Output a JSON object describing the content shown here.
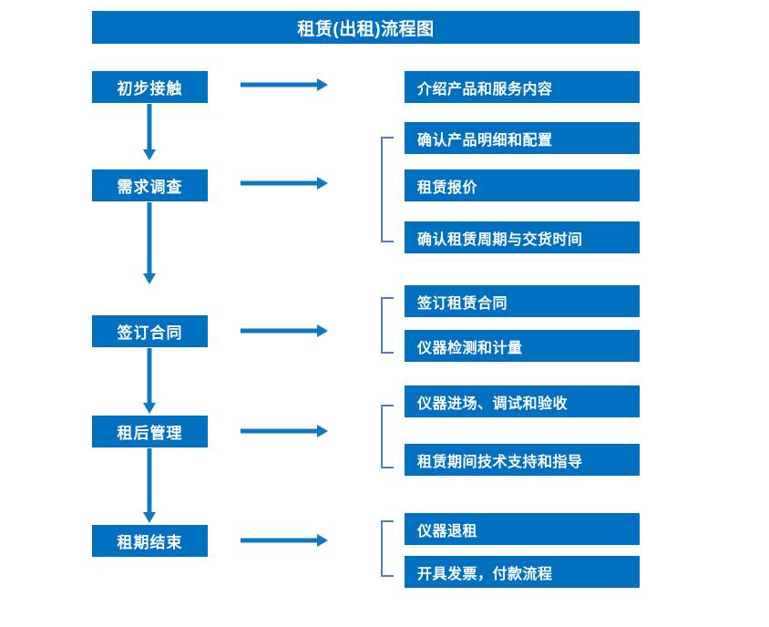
{
  "chart_data": {
    "type": "diagram",
    "title": "租赁(出租)流程图",
    "diagram_kind": "flowchart",
    "orientation": "vertical-with-side-branches",
    "accent_color": "#0070c0",
    "bracket_color": "#4d7fbd",
    "text_color": "#ffffff",
    "background_color": "#ffffff",
    "stages": [
      {
        "label": "初步接触",
        "details": [
          "介绍产品和服务内容"
        ],
        "has_bracket": false
      },
      {
        "label": "需求调查",
        "details": [
          "确认产品明细和配置",
          "租赁报价",
          "确认租赁周期与交货时间"
        ],
        "has_bracket": true
      },
      {
        "label": "签订合同",
        "details": [
          "签订租赁合同",
          "仪器检测和计量"
        ],
        "has_bracket": true
      },
      {
        "label": "租后管理",
        "details": [
          "仪器进场、调试和验收",
          "租赁期间技术支持和指导"
        ],
        "has_bracket": true
      },
      {
        "label": "租期结束",
        "details": [
          "仪器退租",
          "开具发票，付款流程"
        ],
        "has_bracket": true
      }
    ]
  },
  "title": {
    "text": "租赁(出租)流程图"
  },
  "stages": [
    {
      "label": "初步接触"
    },
    {
      "label": "需求调查"
    },
    {
      "label": "签订合同"
    },
    {
      "label": "租后管理"
    },
    {
      "label": "租期结束"
    }
  ],
  "details": {
    "d0": "介绍产品和服务内容",
    "d1": "确认产品明细和配置",
    "d2": "租赁报价",
    "d3": "确认租赁周期与交货时间",
    "d4": "签订租赁合同",
    "d5": "仪器检测和计量",
    "d6": "仪器进场、调试和验收",
    "d7": "租赁期间技术支持和指导",
    "d8": "仪器退租",
    "d9": "开具发票，付款流程"
  },
  "icons": {
    "arrow_right": "right-arrow-icon",
    "arrow_down": "down-arrow-icon",
    "bracket": "group-bracket-icon"
  }
}
